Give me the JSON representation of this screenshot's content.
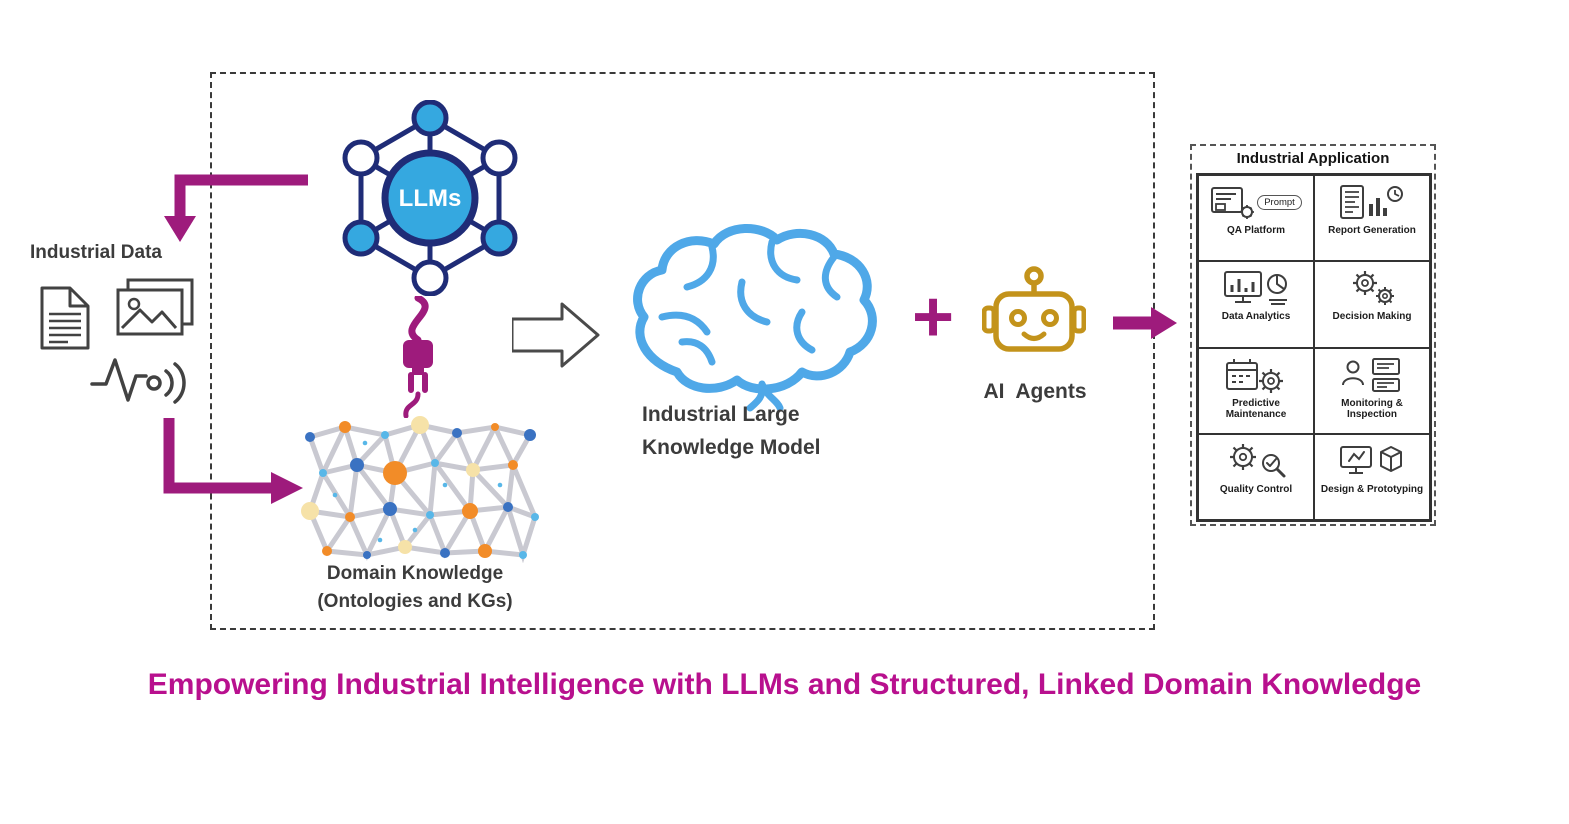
{
  "colors": {
    "purple": "#9E1B7C",
    "caption": "#B8108E",
    "navy": "#1F2C77",
    "blue": "#35A8E0",
    "brain": "#4FA8E8",
    "gold": "#C3931B",
    "ink": "#3C3C3C",
    "kgedge": "#C9C9D1"
  },
  "labels": {
    "industrial_data": "Industrial Data",
    "llms": "LLMs",
    "domain_knowledge_line1": "Domain Knowledge",
    "domain_knowledge_line2": "(Ontologies and KGs)",
    "ilkm_line1": "Industrial Large",
    "ilkm_line2": "Knowledge Model",
    "plus": "+",
    "ai_agents": "AI  Agents",
    "caption": "Empowering Industrial Intelligence with LLMs and Structured, Linked Domain Knowledge"
  },
  "industrial_application": {
    "title": "Industrial Application",
    "cells": [
      {
        "label": "QA Platform",
        "badge": "Prompt"
      },
      {
        "label": "Report Generation"
      },
      {
        "label": "Data Analytics"
      },
      {
        "label": "Decision Making"
      },
      {
        "label": "Predictive Maintenance"
      },
      {
        "label": "Monitoring & Inspection"
      },
      {
        "label": "Quality Control"
      },
      {
        "label": "Design & Prototyping"
      }
    ]
  }
}
